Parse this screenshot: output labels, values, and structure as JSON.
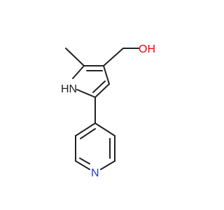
{
  "molecule": {
    "atoms": {
      "hydroxyl": {
        "text": "OH",
        "color": "#ff0000"
      },
      "pyrrole_nitrogen": {
        "text": "HN",
        "color": "#222222"
      },
      "pyridine_nitrogen": {
        "text": "N",
        "color": "#1f3bd6"
      }
    },
    "bond_color": "#222222"
  }
}
